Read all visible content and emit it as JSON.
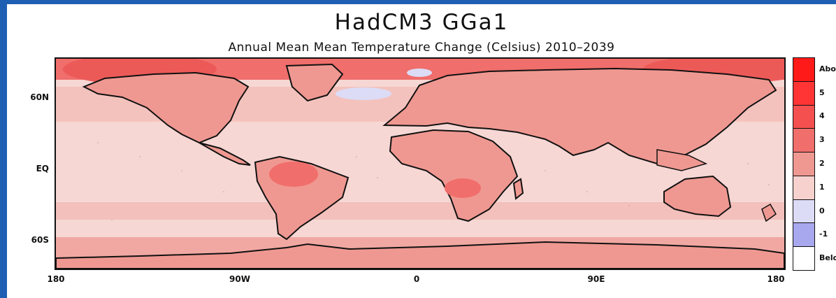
{
  "title": "HadCM3 GGa1",
  "subtitle": "Annual Mean Mean Temperature Change (Celsius) 2010–2039",
  "lat_labels": [
    "60N",
    "EQ",
    "60S"
  ],
  "lon_labels": [
    "180",
    "90W",
    "0",
    "90E",
    "180"
  ],
  "legend": {
    "items": [
      {
        "label": "Above",
        "color": "#ff1a1a"
      },
      {
        "label": "5",
        "color": "#ff3434"
      },
      {
        "label": "4",
        "color": "#f4504f"
      },
      {
        "label": "3",
        "color": "#f06e6b"
      },
      {
        "label": "2",
        "color": "#ef9891"
      },
      {
        "label": "1",
        "color": "#f6d1ce"
      },
      {
        "label": "0",
        "color": "#dcdcf6"
      },
      {
        "label": "-1",
        "color": "#a8a8ee"
      },
      {
        "label": "Below",
        "color": "#ffffff"
      }
    ]
  },
  "colors": {
    "background_band": "#1f5fb3",
    "ocean_base": "#f6d7d4",
    "land_warm": "#ef9891",
    "arctic": "#f06e6b",
    "cool_patch": "#dcdcf6"
  }
}
